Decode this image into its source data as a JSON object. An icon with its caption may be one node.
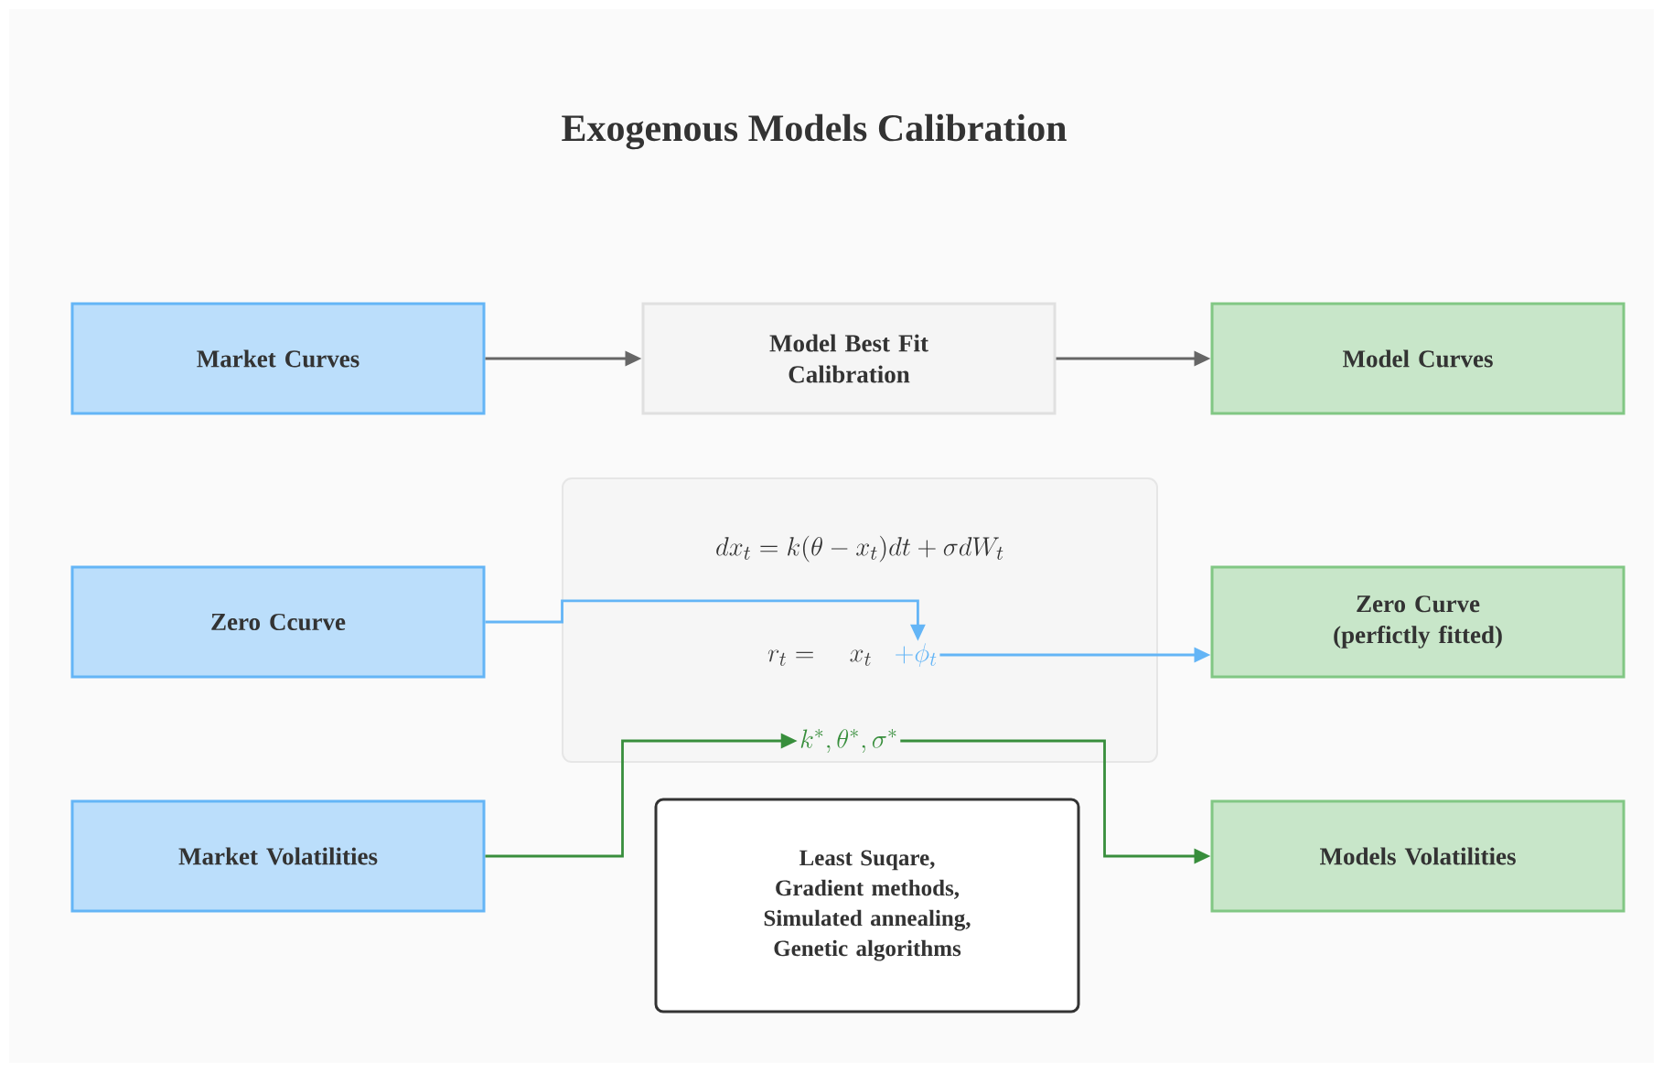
{
  "diagram": {
    "title": "Exogenous Models Calibration",
    "nodes": [
      {
        "text": [
          "Market Curves"
        ]
      },
      {
        "text": [
          "Model Best Fit Calibration"
        ]
      },
      {
        "text": [
          "Model Curves"
        ]
      },
      {
        "text": [
          "Zero Ccurve"
        ]
      },
      {
        "text": [
          "Zero Curve (perfictly fitted)"
        ]
      },
      {
        "text": [
          "Market Volatilities"
        ]
      },
      {
        "text": [
          "Models Volatilities"
        ]
      },
      {
        "text": [
          "Least Suqare, Gradient methods, Simulated annealing, Genetic algorithms"
        ]
      },
      {
        "text": [
          "dx_t = k(\\theta - x_t)dt + \\sigma dW_t"
        ]
      },
      {
        "text": [
          "r_t = \\quad x_t",
          "+ \\phi_t"
        ],
        "in": 8
      },
      {
        "text": [
          "k^*, \\theta^*, \\sigma^*"
        ],
        "in": 8
      }
    ],
    "edges": [
      {
        "from": 0,
        "to": 1,
        "arrow": "to",
        "color": "#666666"
      },
      {
        "from": 1,
        "to": 2,
        "arrow": "to",
        "color": "#666666"
      },
      {
        "from": 3,
        "to": 9,
        "arrow": "to",
        "color": "#64b5f6"
      },
      {
        "from": 9,
        "to": 4,
        "arrow": "to",
        "color": "#64b5f6"
      },
      {
        "from": 5,
        "to": 10,
        "arrow": "to",
        "color": "#388e3c"
      },
      {
        "from": 10,
        "to": 6,
        "arrow": "to",
        "color": "#388e3c"
      }
    ]
  }
}
